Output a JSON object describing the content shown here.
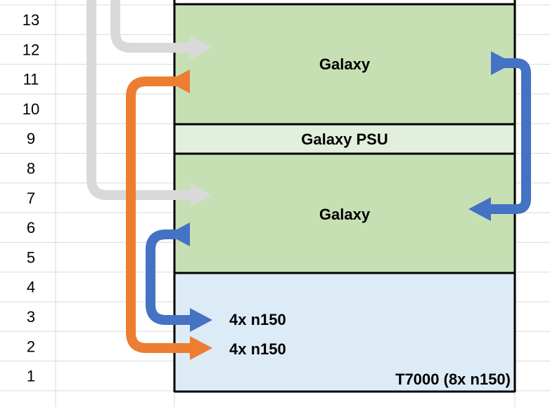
{
  "rows": [
    "13",
    "12",
    "11",
    "10",
    "9",
    "8",
    "7",
    "6",
    "5",
    "4",
    "3",
    "2",
    "1"
  ],
  "blocks": {
    "galaxy_top": "Galaxy",
    "galaxy_psu": "Galaxy PSU",
    "galaxy_bottom": "Galaxy",
    "n150_upper": "4x n150",
    "n150_lower": "4x n150",
    "t7000": "T7000 (8x n150)"
  },
  "colors": {
    "galaxy": "#c6e0b4",
    "galaxy_psu": "#e2efda",
    "t7000": "#ddebf7",
    "grid": "#d9d9d9",
    "border": "#000000",
    "arrow_gray": "#d9d9d9",
    "arrow_orange": "#ed7d31",
    "arrow_blue": "#4472c4"
  },
  "icons": [
    "gray-arrow-icon",
    "orange-arrow-icon",
    "blue-arrow-icon"
  ]
}
